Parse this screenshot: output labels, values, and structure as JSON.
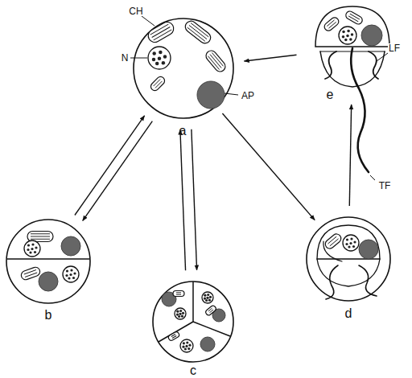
{
  "diagram": {
    "nodes": [
      {
        "text": [
          "a"
        ]
      },
      {
        "text": [
          "b"
        ]
      },
      {
        "text": [
          "c"
        ]
      },
      {
        "text": [
          "d"
        ]
      },
      {
        "text": [
          "e"
        ]
      }
    ],
    "edges": [
      {
        "from": 1,
        "to": 0,
        "arrow": "to"
      },
      {
        "from": 0,
        "to": 1,
        "arrow": "to"
      },
      {
        "from": 0,
        "to": 2,
        "arrow": "to"
      },
      {
        "from": 2,
        "to": 0,
        "arrow": "to"
      },
      {
        "from": 0,
        "to": 3,
        "arrow": "to"
      },
      {
        "from": 3,
        "to": 4,
        "arrow": "to"
      },
      {
        "from": 4,
        "to": 0,
        "arrow": "to"
      }
    ],
    "labels": [
      "CH",
      "N",
      "AP",
      "LF",
      "TF"
    ]
  }
}
